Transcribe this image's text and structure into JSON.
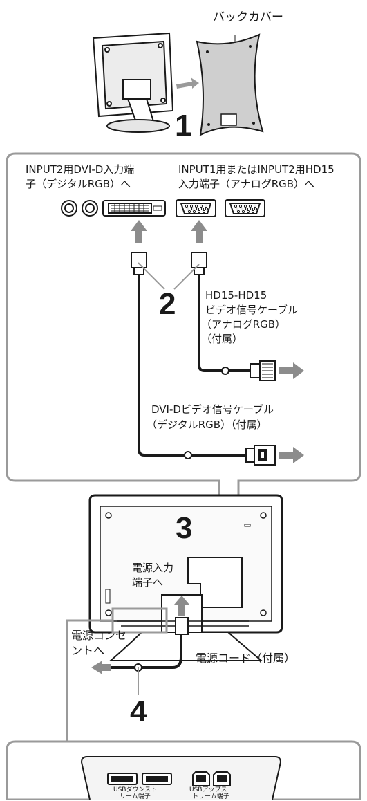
{
  "step1": {
    "number": "1",
    "back_cover_label": "バックカバー"
  },
  "step2": {
    "number": "2",
    "dvi_input_label": [
      "INPUT2用DVI-D入力端",
      "子（デジタルRGB）へ"
    ],
    "hd15_input_label": [
      "INPUT1用またはINPUT2用HD15",
      "入力端子（アナログRGB）へ"
    ],
    "hd15_cable_label": [
      "HD15-HD15",
      "ビデオ信号ケーブル",
      "（アナログRGB）",
      "（付属）"
    ],
    "dvi_cable_label": [
      "DVI-Dビデオ信号ケーブル",
      "（デジタルRGB）（付属）"
    ]
  },
  "step3": {
    "number": "3",
    "power_input_label": [
      "電源入力",
      "端子へ"
    ],
    "power_cord_label": "電源コード（付属）"
  },
  "step4": {
    "number": "4",
    "outlet_label": [
      "電源コンセ",
      "ントへ"
    ]
  },
  "usb": {
    "downstream_label": [
      "USBダウンスト",
      "リーム端子"
    ],
    "upstream_label": [
      "USBアップス",
      "トリーム端子"
    ]
  },
  "colors": {
    "line": "#1a1a1a",
    "callout_border": "#9a9a9a",
    "arrow": "#8c8c8c",
    "panel": "#f4f4f4"
  }
}
